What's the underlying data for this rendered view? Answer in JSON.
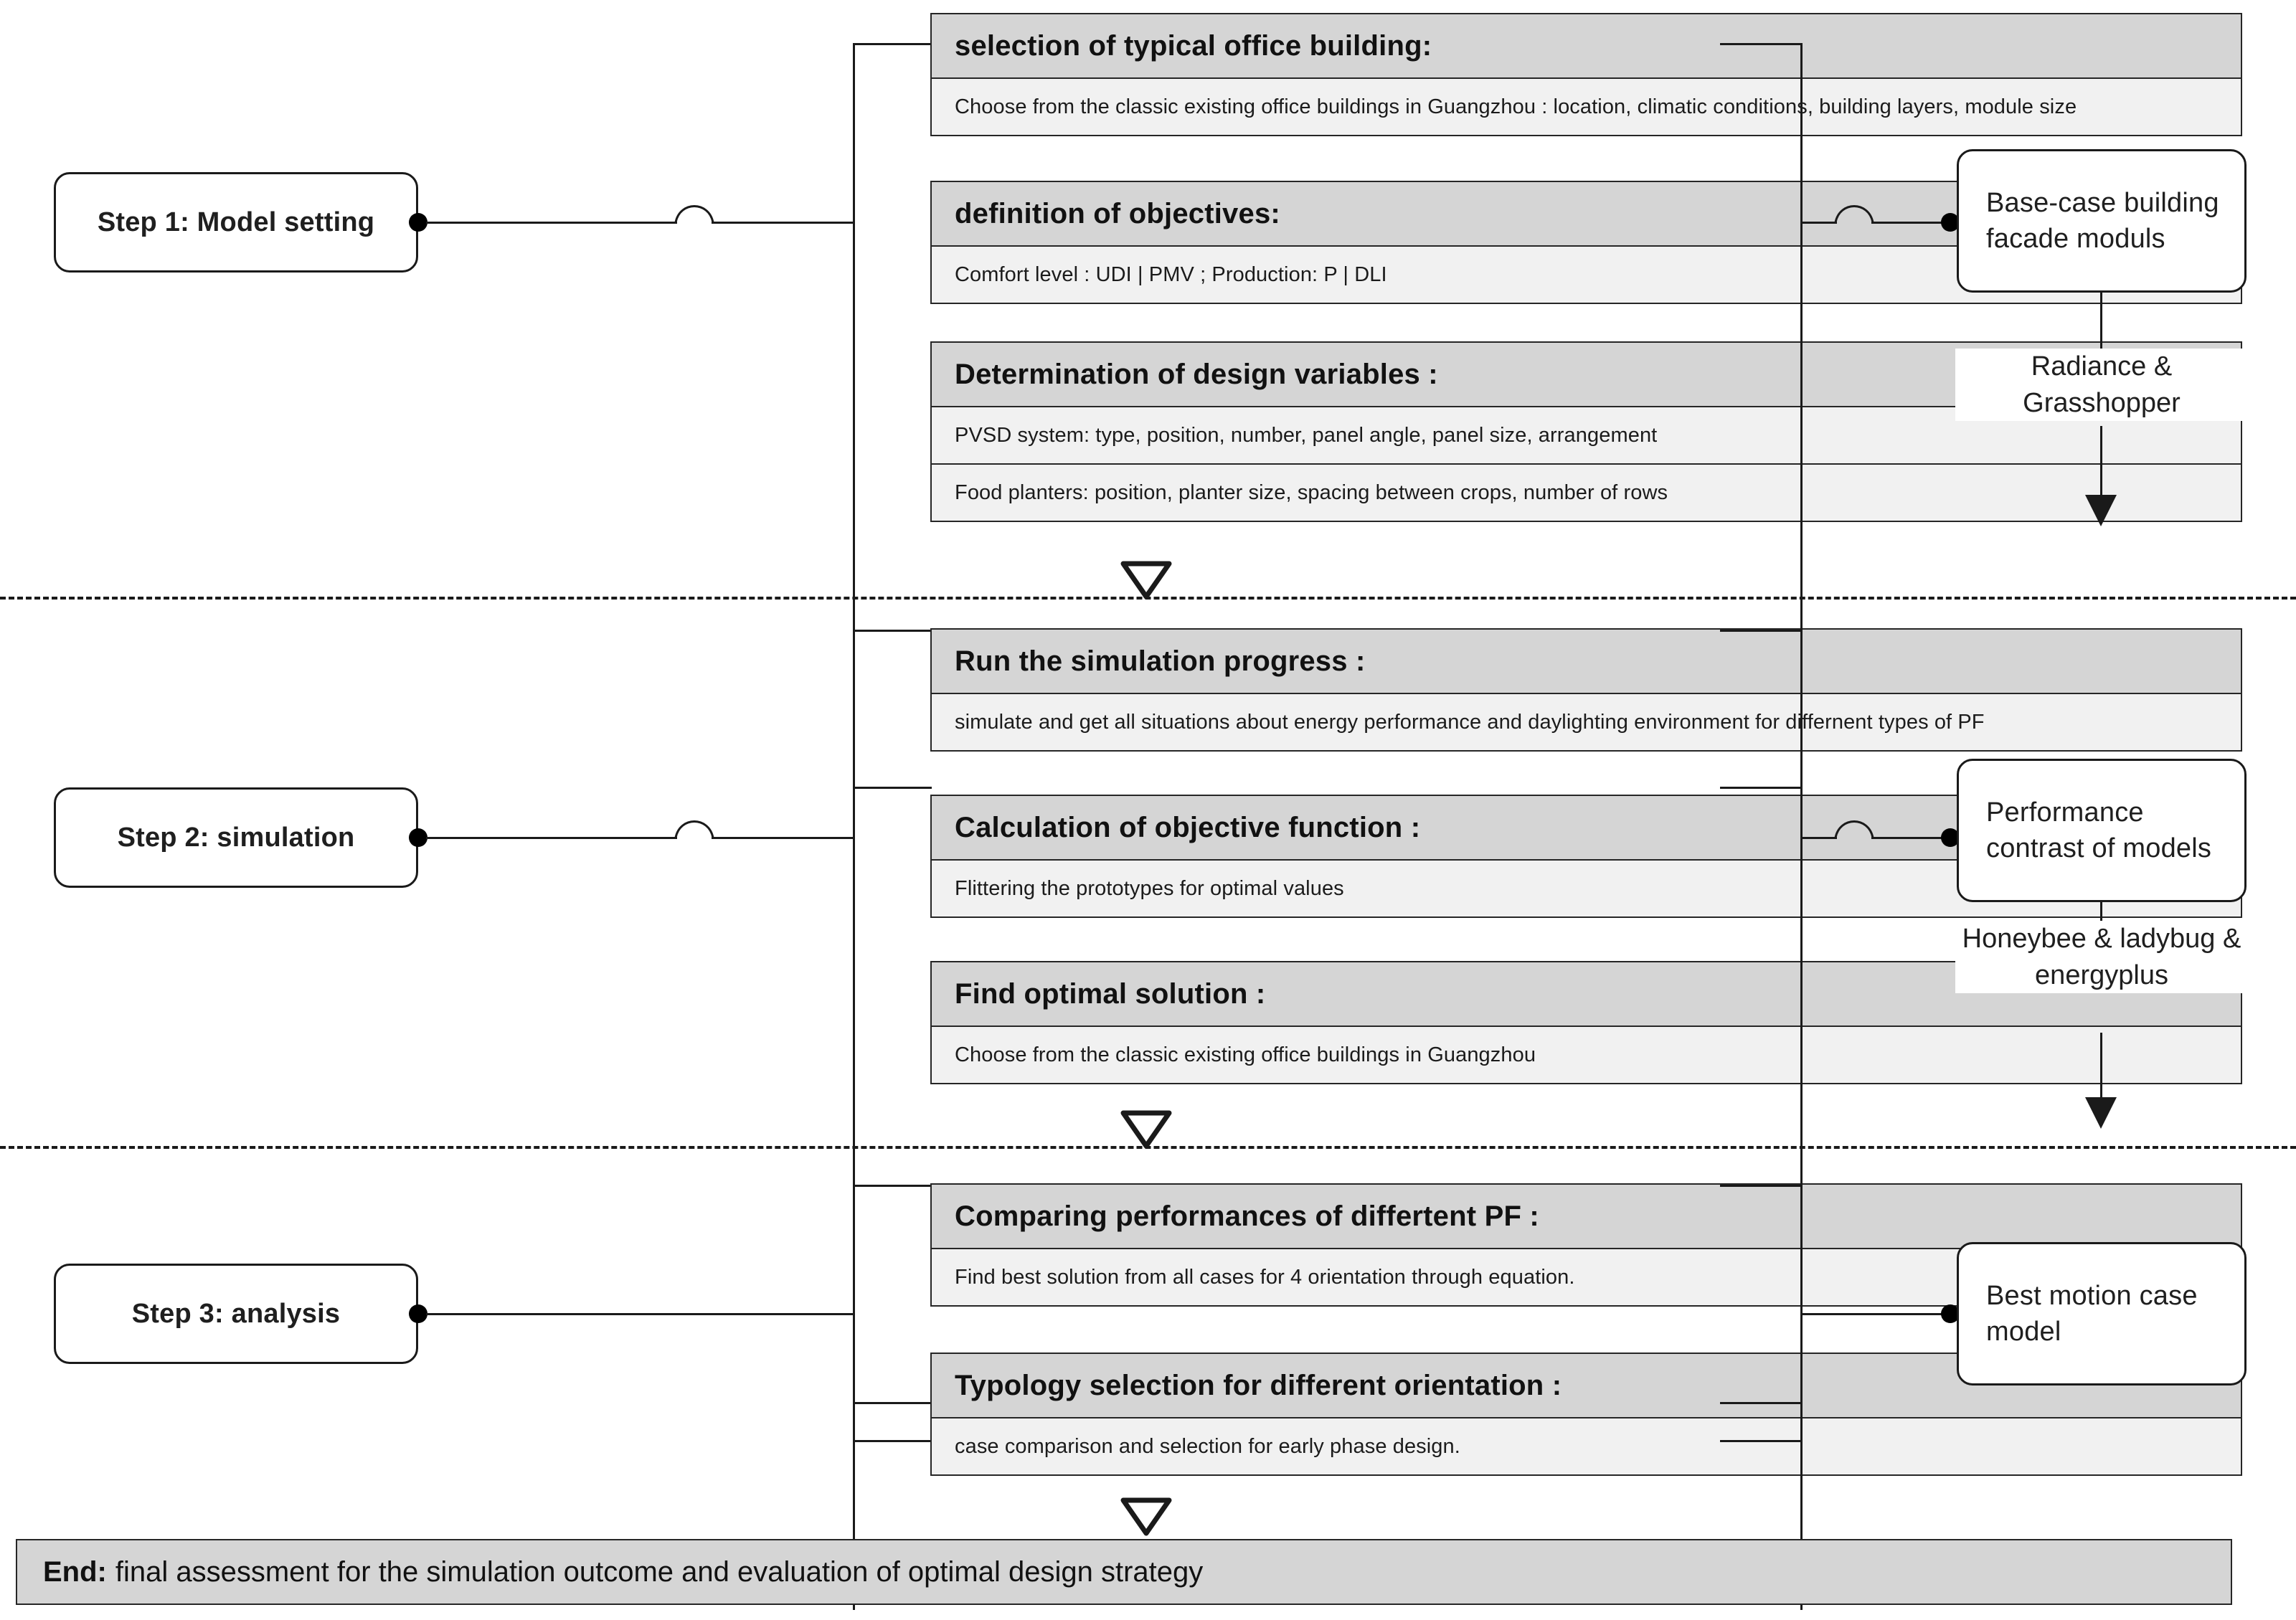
{
  "diagram": {
    "title": "Research workflow: PVSD facade simulation and optimisation",
    "colors": {
      "card_header_fill": "#d5d5d5",
      "card_body_fill": "#f1f1f1",
      "line": "#1a1a1a",
      "box_fill": "#ffffff",
      "text": "#1f1f1f"
    }
  },
  "steps": [
    {
      "id": "step1",
      "label": "Step 1: Model setting",
      "cards": [
        {
          "header": "selection of typical office building:",
          "rows": [
            "Choose from the classic existing office buildings in Guangzhou : location, climatic conditions, building layers, module size"
          ]
        },
        {
          "header": "definition of objectives:",
          "rows": [
            "Comfort level : UDI | PMV ;  Production: P | DLI"
          ]
        },
        {
          "header": "Determination of design variables :",
          "rows": [
            "PVSD system: type, position, number, panel angle, panel size, arrangement",
            "Food planters: position, planter size, spacing between crops, number of rows"
          ]
        }
      ],
      "output": "Base-case building facade moduls",
      "tool_label": "Radiance & Grasshopper"
    },
    {
      "id": "step2",
      "label": "Step 2: simulation",
      "cards": [
        {
          "header": "Run the simulation progress :",
          "rows": [
            "simulate and get all situations about energy performance and daylighting environment for differnent types of PF"
          ]
        },
        {
          "header": "Calculation of objective function :",
          "rows": [
            "Flittering the prototypes for optimal values"
          ]
        },
        {
          "header": "Find optimal solution :",
          "rows": [
            "Choose from the classic existing office buildings in Guangzhou"
          ]
        }
      ],
      "output": "Performance contrast of models",
      "tool_label": "Honeybee & ladybug & energyplus"
    },
    {
      "id": "step3",
      "label": "Step 3: analysis",
      "cards": [
        {
          "header": "Comparing performances of differtent PF :",
          "rows": [
            "Find best solution from all cases for 4 orientation through equation."
          ]
        },
        {
          "header": "Typology selection for different orientation :",
          "rows": [
            "case comparison and selection for early phase design."
          ]
        }
      ],
      "output": "Best motion case model",
      "tool_label": ""
    }
  ],
  "end": {
    "prefix": "End:",
    "text": "final assessment for the simulation outcome and evaluation of optimal design strategy"
  },
  "icons": {
    "flow_marker": "triangle-down-icon",
    "arrow_marker": "arrow-down-icon",
    "junction": "junction-dot-icon",
    "line_hop": "line-hop-icon"
  }
}
